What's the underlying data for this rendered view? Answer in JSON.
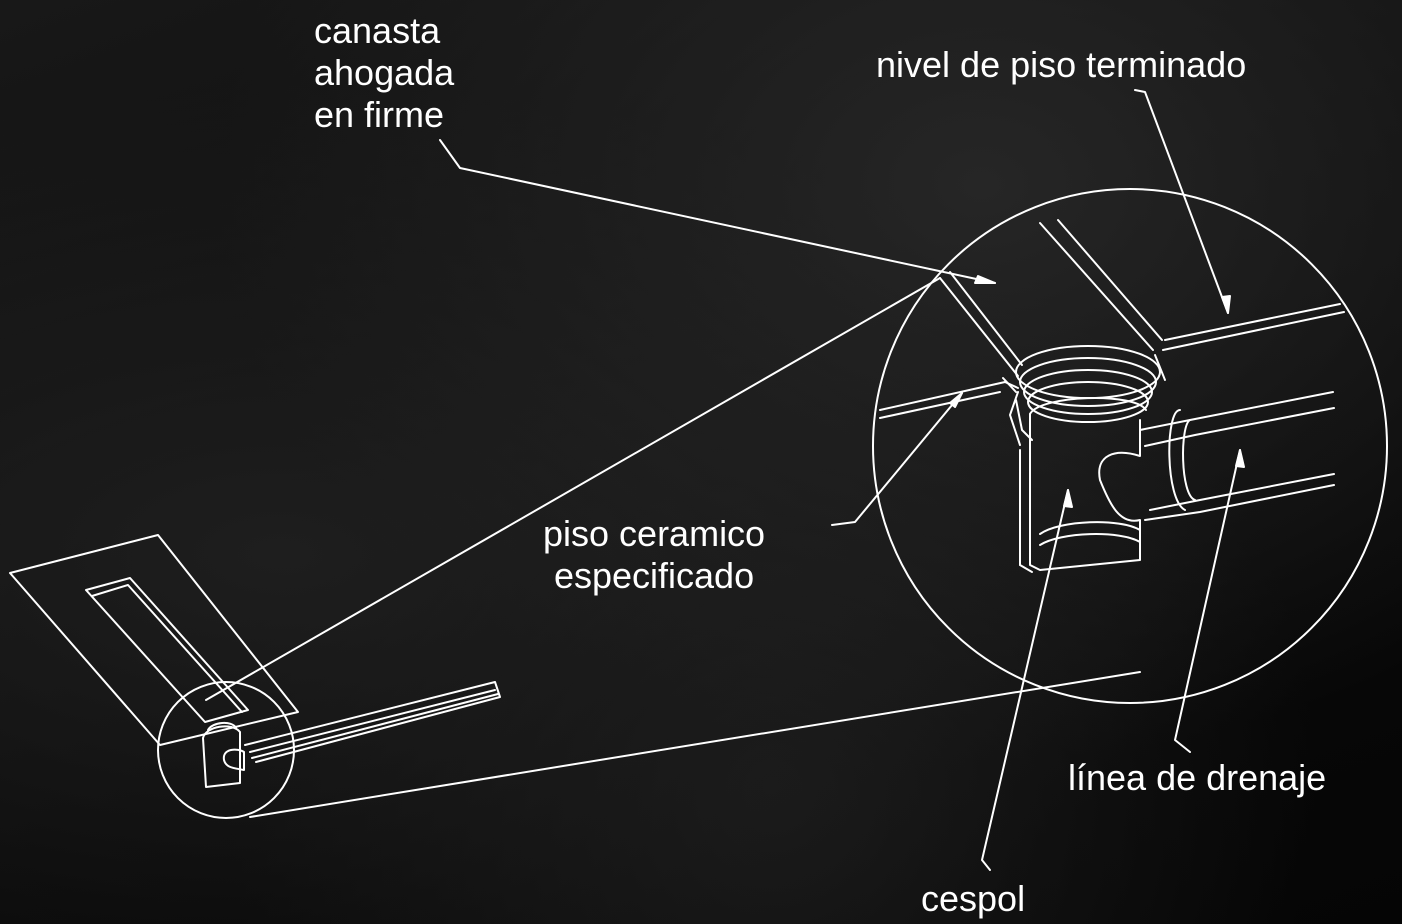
{
  "labels": {
    "canasta": [
      "canasta",
      "ahogada",
      "en firme"
    ],
    "nivel": "nivel de piso terminado",
    "piso": [
      "piso ceramico",
      "especificado"
    ],
    "linea": "línea de drenaje",
    "cespol": "cespol"
  },
  "colors": {
    "background": "#0b0b0b",
    "linework": "#ffffff"
  }
}
